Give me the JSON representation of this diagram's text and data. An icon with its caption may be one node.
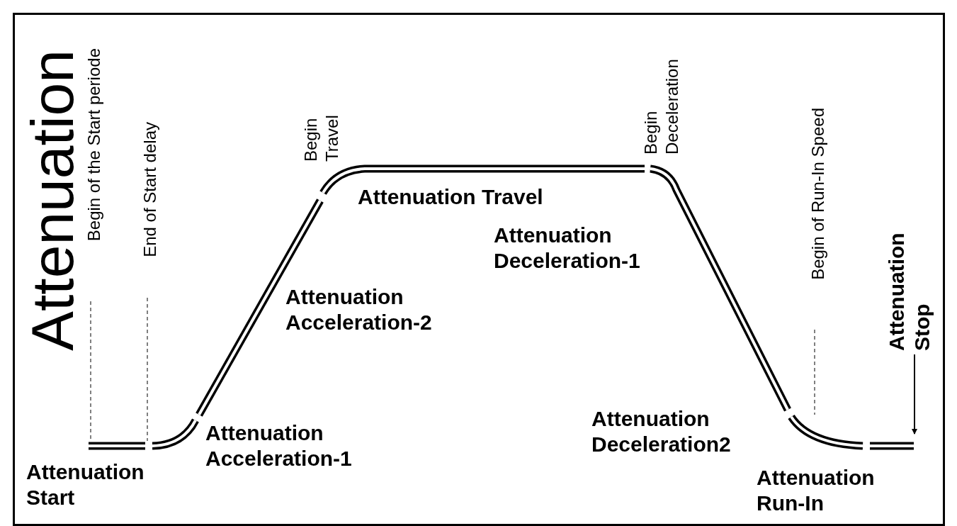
{
  "diagram": {
    "title": "Attenuation",
    "labels": [
      "Begin of the Start periode",
      "End of Start delay",
      "Begin Travel",
      "Begin Deceleration",
      "Begin of Run-In Speed",
      "Attenuation Stop",
      "Attenuation Travel",
      "Attenuation Deceleration-1",
      "Attenuation Acceleration-2",
      "Attenuation Deceleration2",
      "Attenuation Acceleration-1",
      "Attenuation Start",
      "Attenuation Run-In"
    ]
  }
}
